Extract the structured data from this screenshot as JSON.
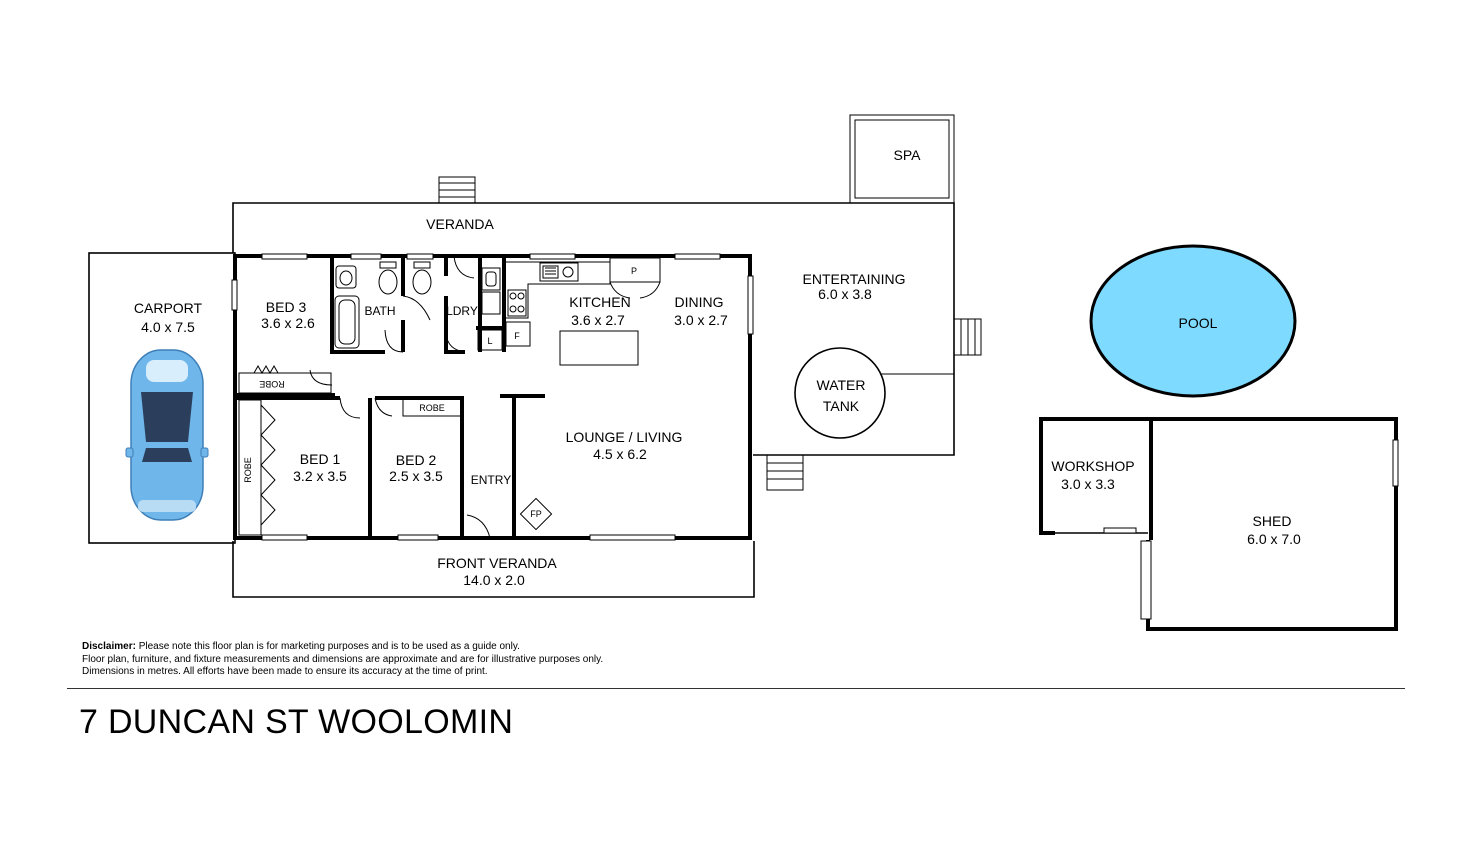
{
  "rooms": {
    "carport": {
      "name": "CARPORT",
      "size": "4.0 x 7.5"
    },
    "bed3": {
      "name": "BED 3",
      "size": "3.6 x 2.6"
    },
    "bath": {
      "name": "BATH"
    },
    "ldry": {
      "name": "LDRY"
    },
    "kitchen": {
      "name": "KITCHEN",
      "size": "3.6 x 2.7"
    },
    "dining": {
      "name": "DINING",
      "size": "3.0 x 2.7"
    },
    "entertaining": {
      "name": "ENTERTAINING",
      "size": "6.0 x 3.8"
    },
    "veranda": {
      "name": "VERANDA"
    },
    "spa": {
      "name": "SPA"
    },
    "water_tank": {
      "line1": "WATER",
      "line2": "TANK"
    },
    "pool": {
      "name": "POOL"
    },
    "bed1": {
      "name": "BED 1",
      "size": "3.2 x 3.5"
    },
    "bed2": {
      "name": "BED 2",
      "size": "2.5 x 3.5"
    },
    "entry": {
      "name": "ENTRY"
    },
    "lounge": {
      "name": "LOUNGE / LIVING",
      "size": "4.5 x 6.2"
    },
    "front_veranda": {
      "name": "FRONT  VERANDA",
      "size": "14.0 x 2.0"
    },
    "workshop": {
      "name": "WORKSHOP",
      "size": "3.0 x 3.3"
    },
    "shed": {
      "name": "SHED",
      "size": "6.0 x 7.0"
    }
  },
  "fixtures": {
    "robe_bed3": "ROBE",
    "robe_bed2": "ROBE",
    "robe_bed1": "ROBE",
    "pantry": "P",
    "linen": "L",
    "fridge": "F",
    "fireplace": "FP"
  },
  "colors": {
    "pool_fill": "#7fdaff",
    "car_body": "#6fb6ea",
    "car_dark": "#2b3f5c"
  },
  "disclaimer": {
    "label": "Disclaimer:",
    "line1": "Please note this floor plan is for marketing purposes and is to be used as a guide only.",
    "line2": "Floor plan, furniture, and fixture measurements and dimensions are approximate and are for illustrative purposes only.",
    "line3": "Dimensions in metres. All efforts have been made to ensure its accuracy at the time of print."
  },
  "address": "7 DUNCAN ST WOOLOMIN"
}
